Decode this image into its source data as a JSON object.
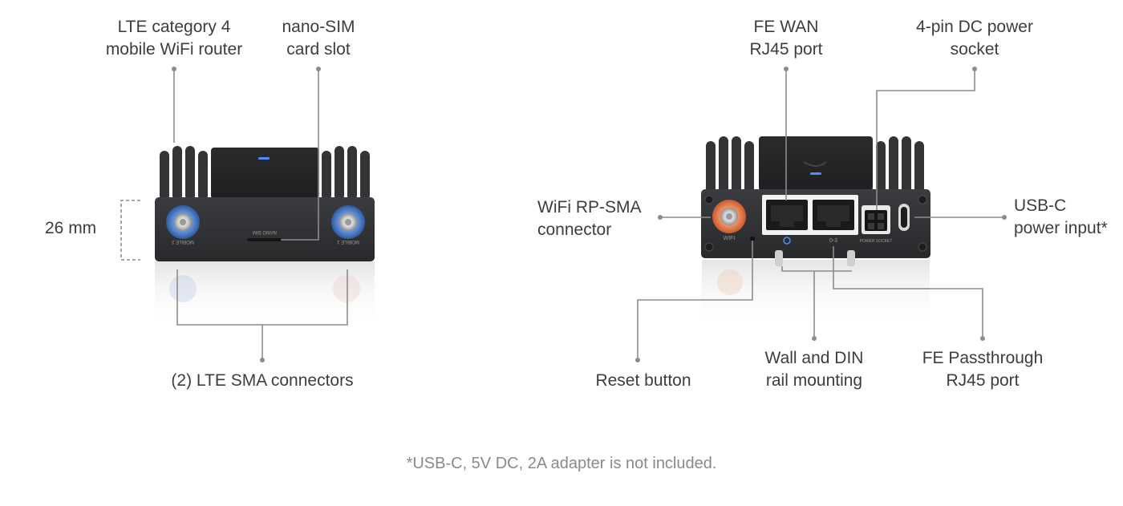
{
  "labels": {
    "lte_router": [
      "LTE category 4",
      "mobile WiFi router"
    ],
    "nano_sim": [
      "nano-SIM",
      "card slot"
    ],
    "height": "26 mm",
    "lte_sma": "(2) LTE SMA connectors",
    "fe_wan": [
      "FE WAN",
      "RJ45 port"
    ],
    "dc_power": [
      "4-pin DC power",
      "socket"
    ],
    "wifi_sma": [
      "WiFi RP-SMA",
      "connector"
    ],
    "usb_c": [
      "USB-C",
      "power input*"
    ],
    "reset": "Reset button",
    "wall_din": [
      "Wall and DIN",
      "rail mounting"
    ],
    "fe_passthrough": [
      "FE Passthrough",
      "RJ45 port"
    ]
  },
  "device_markings": {
    "mobile_port_left": "MOBILE 2",
    "mobile_port_right": "MOBILE 1",
    "nano_sim_slot": "NANO SIM",
    "wifi_port": "WIFI",
    "power_socket": "POWER SOCKET",
    "passthrough": "0-3"
  },
  "footnote": "*USB-C, 5V DC, 2A adapter is not included.",
  "colors": {
    "chassis": "#2f3032",
    "fin": "#3a3b3d",
    "sma_blue": "#3e6db3",
    "sma_orange": "#e07a4a",
    "led_blue": "#4f8cff",
    "leader_line": "#8c8c8c",
    "text": "#3d3d3d",
    "footnote": "#8a8a8a"
  }
}
